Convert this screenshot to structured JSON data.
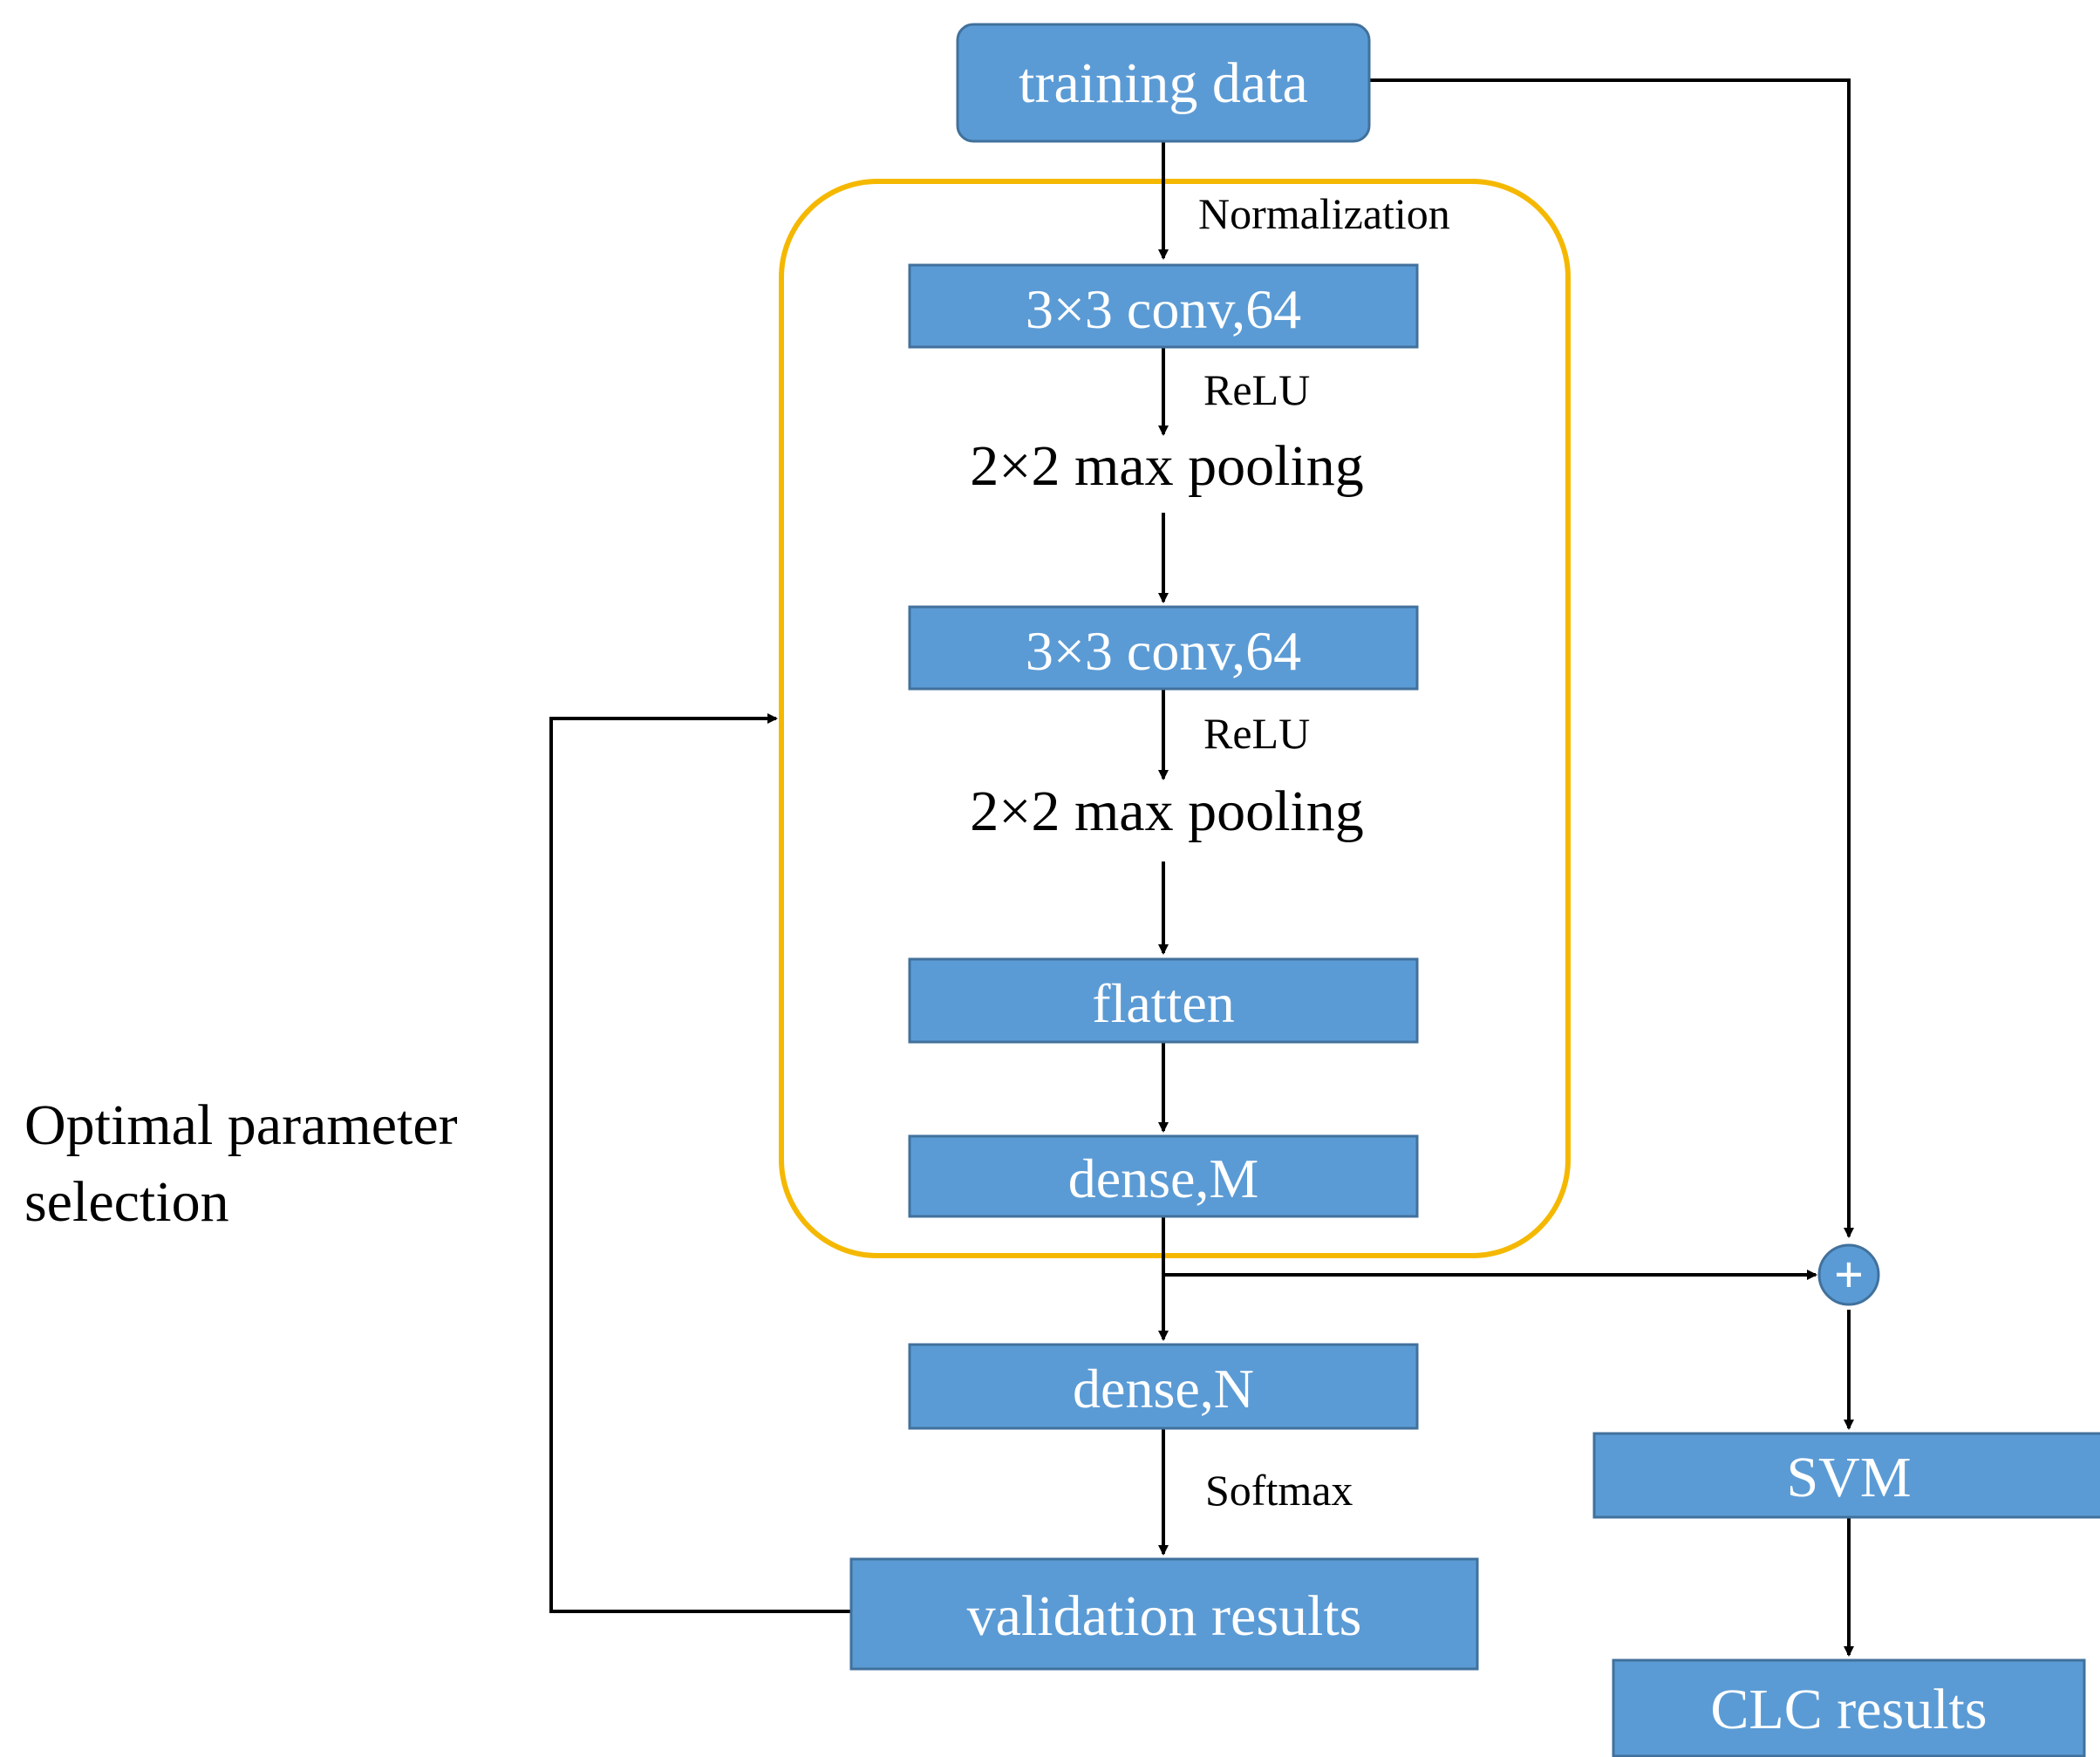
{
  "nodes": {
    "training_data": "training data",
    "conv1": "3×3 conv,64",
    "pool1": "2×2 max pooling",
    "conv2": "3×3 conv,64",
    "pool2": "2×2 max pooling",
    "flatten": "flatten",
    "dense_m": "dense,M",
    "dense_n": "dense,N",
    "validation_results": "validation results",
    "svm": "SVM",
    "clc_results": "CLC results"
  },
  "edge_labels": {
    "normalization": "Normalization",
    "relu1": "ReLU",
    "relu2": "ReLU",
    "softmax": "Softmax"
  },
  "side_label": {
    "line1": "Optimal parameter",
    "line2": "selection"
  },
  "combine_symbol": "+",
  "colors": {
    "box_fill": "#5b9bd5",
    "box_stroke": "#41719c",
    "frame": "#f5b800",
    "line": "#000000"
  }
}
